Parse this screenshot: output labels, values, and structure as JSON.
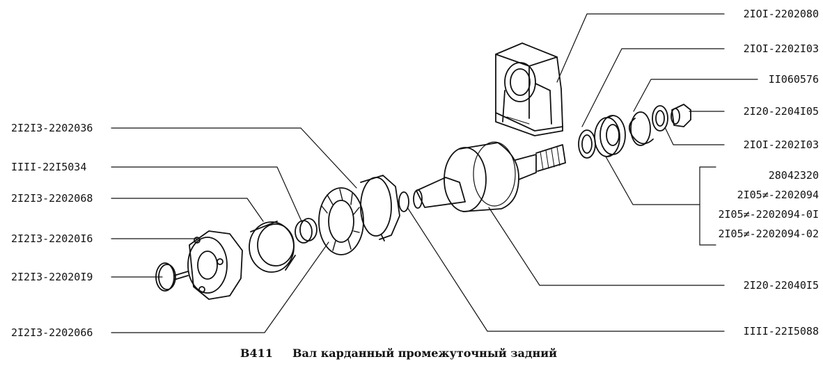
{
  "labels": {
    "part_2101_2202080": "2IOI-2202080",
    "part_2101_2202103_top": "2IOI-2202I03",
    "part_11060576": "II060576",
    "part_2120_2204105": "2I20-2204I05",
    "part_2101_2202103_bottom": "2IOI-2202I03",
    "bearing_group": [
      "28042320",
      "2I05≠-2202094",
      "2I05≠-2202094-0I",
      "2I05≠-2202094-02"
    ],
    "part_2120_2204015": "2I20-22040I5",
    "part_1111_2215088": "IIII-22I5088",
    "part_21213_2202036": "2I2I3-2202036",
    "part_1111_2215034": "IIII-22I5034",
    "part_21213_2202068": "2I2I3-2202068",
    "part_21213_2202016": "2I2I3-22020I6",
    "part_21213_2202019": "2I2I3-22020I9",
    "part_21213_2202066": "2I2I3-2202066"
  },
  "caption": {
    "code": "В411",
    "title": "Вал карданный промежуточный задний"
  }
}
